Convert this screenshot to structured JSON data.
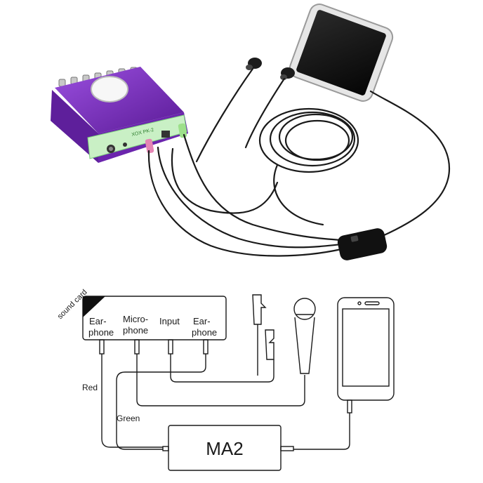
{
  "photo": {
    "sound_card": {
      "body_color": "#7b2fbf",
      "face_color": "#c9f0c5",
      "printed_model": "XOX PK-2"
    },
    "adapter_color": "#111111",
    "phone_color": "#d8d8d8"
  },
  "diagram": {
    "sound_card_label": "sound card",
    "ports": [
      {
        "line1": "Ear-",
        "line2": "phone"
      },
      {
        "line1": "Micro-",
        "line2": "phone"
      },
      {
        "line1": "Input",
        "line2": ""
      },
      {
        "line1": "Ear-",
        "line2": "phone"
      }
    ],
    "wire_labels": {
      "red": "Red",
      "green": "Green"
    },
    "adapter_label": "MA2"
  }
}
